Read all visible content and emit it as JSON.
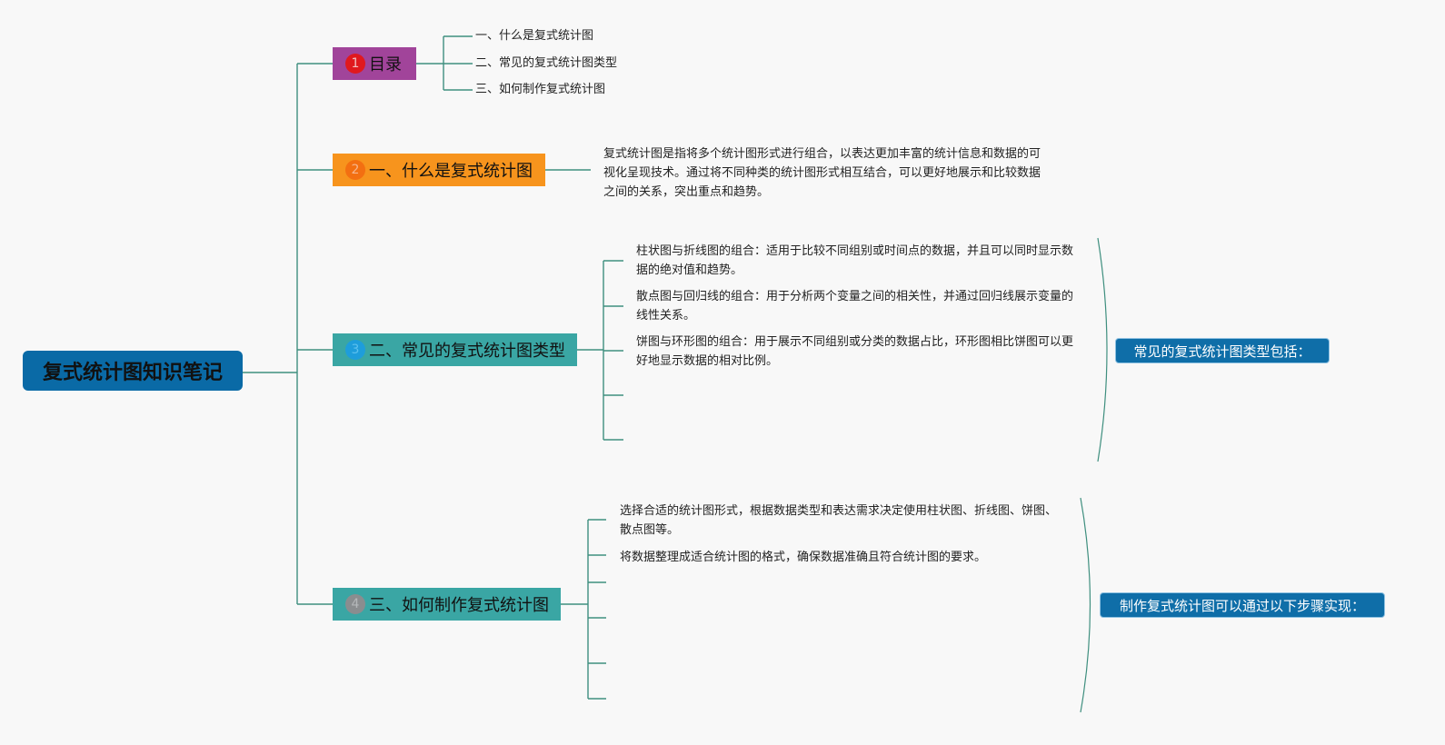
{
  "root": {
    "label": "复式统计图知识笔记"
  },
  "branches": [
    {
      "badge": "1",
      "label": "目录",
      "color": "#a1449a",
      "badge_color": "#e0191e",
      "children": [
        "一、什么是复式统计图",
        "二、常见的复式统计图类型",
        "三、如何制作复式统计图"
      ]
    },
    {
      "badge": "2",
      "label": "一、什么是复式统计图",
      "color": "#f7941d",
      "badge_color": "#f36f11",
      "description": "复式统计图是指将多个统计图形式进行组合，以表达更加丰富的统计信息和数据的可视化呈现技术。通过将不同种类的统计图形式相互结合，可以更好地展示和比较数据之间的关系，突出重点和趋势。"
    },
    {
      "badge": "3",
      "label": "二、常见的复式统计图类型",
      "color": "#3aa6a4",
      "badge_color": "#1e9ddb",
      "items": [
        "柱状图与折线图的组合：适用于比较不同组别或时间点的数据，并且可以同时显示数据的绝对值和趋势。",
        "散点图与回归线的组合：用于分析两个变量之间的相关性，并通过回归线展示变量的线性关系。",
        "饼图与环形图的组合：用于展示不同组别或分类的数据占比，环形图相比饼图可以更好地显示数据的相对比例。",
        "",
        ""
      ],
      "summary": "常见的复式统计图类型包括："
    },
    {
      "badge": "4",
      "label": "三、如何制作复式统计图",
      "color": "#3aa6a4",
      "badge_color": "#8a8d8f",
      "items": [
        "选择合适的统计图形式，根据数据类型和表达需求决定使用柱状图、折线图、饼图、散点图等。",
        "将数据整理成适合统计图的格式，确保数据准确且符合统计图的要求。",
        "",
        "",
        "",
        ""
      ],
      "summary": "制作复式统计图可以通过以下步骤实现："
    }
  ]
}
